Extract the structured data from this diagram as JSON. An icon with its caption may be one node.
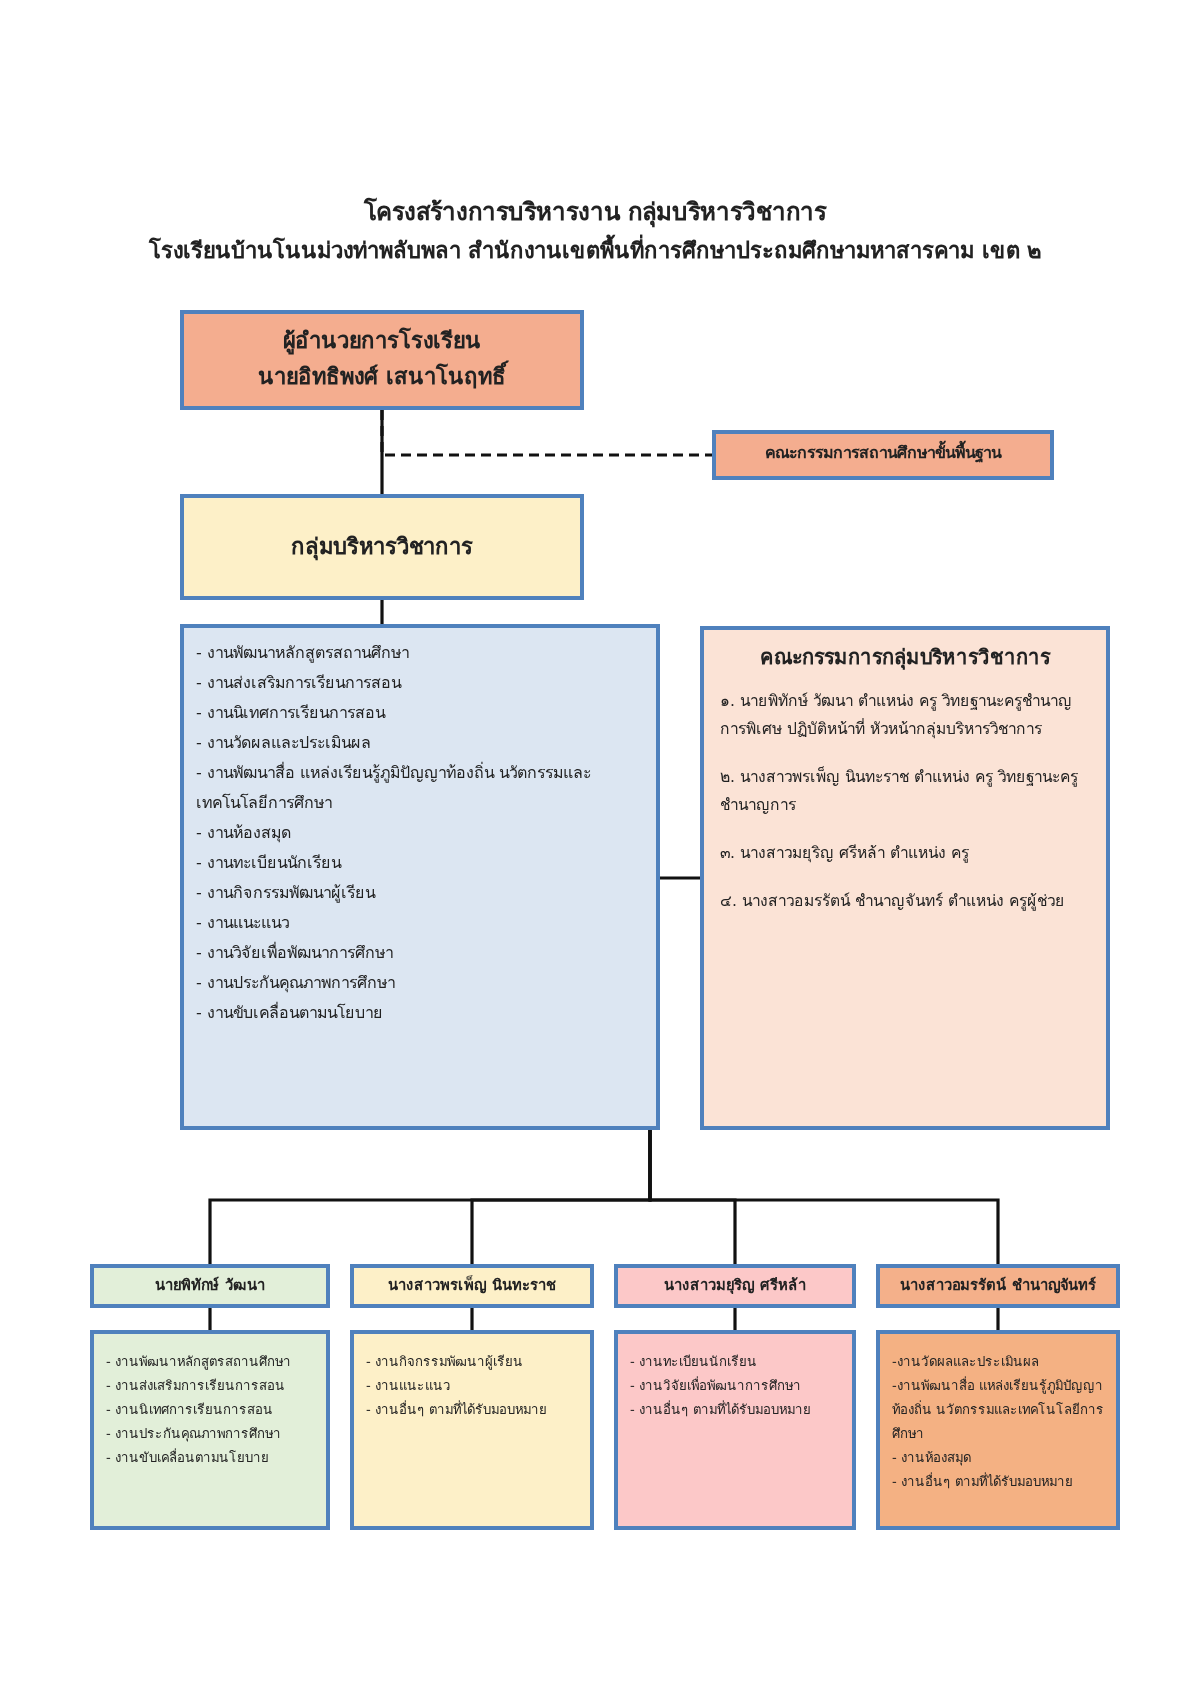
{
  "diagram": {
    "title": "โครงสร้างการบริหารงาน กลุ่มบริหารวิชาการ",
    "labels": [
      "โรงเรียนบ้านโนนม่วงท่าพลับพลา สำนักงานเขตพื้นที่การศึกษาประถมศึกษามหาสารคาม เขต ๒"
    ],
    "nodes": [
      {
        "text": [
          "ผู้อำนวยการโรงเรียน",
          "นายอิทธิพงศ์ เสนาโนฤทธิ์"
        ]
      },
      {
        "text": [
          "คณะกรรมการสถานศึกษาขั้นพื้นฐาน"
        ]
      },
      {
        "text": [
          "กลุ่มบริหารวิชาการ"
        ]
      },
      {
        "text": [
          "- งานพัฒนาหลักสูตรสถานศึกษา",
          "- งานส่งเสริมการเรียนการสอน",
          "- งานนิเทศการเรียนการสอน",
          "- งานวัดผลและประเมินผล",
          "- งานพัฒนาสื่อ แหล่งเรียนรู้ภูมิปัญญาท้องถิ่น นวัตกรรมและเทคโนโลยีการศึกษา",
          "- งานห้องสมุด",
          "- งานทะเบียนนักเรียน",
          "- งานกิจกรรมพัฒนาผู้เรียน",
          "- งานแนะแนว",
          "- งานวิจัยเพื่อพัฒนาการศึกษา",
          "- งานประกันคุณภาพการศึกษา",
          "- งานขับเคลื่อนตามนโยบาย"
        ]
      },
      {
        "text": [
          "คณะกรรมการกลุ่มบริหารวิชาการ",
          "๑. นายพิทักษ์ วัฒนา ตำแหน่ง ครู วิทยฐานะครูชำนาญการพิเศษ ปฏิบัติหน้าที่ หัวหน้ากลุ่มบริหารวิชาการ",
          "๒. นางสาวพรเพ็ญ นินทะราช ตำแหน่ง ครู วิทยฐานะครูชำนาญการ",
          "๓. นางสาวมยุริญ ศรีหล้า ตำแหน่ง ครู",
          "๔. นางสาวอมรรัตน์ ชำนาญจันทร์ ตำแหน่ง ครูผู้ช่วย"
        ]
      },
      {
        "text": [
          "นายพิทักษ์ วัฒนา"
        ]
      },
      {
        "text": [
          "นางสาวพรเพ็ญ นินทะราช"
        ]
      },
      {
        "text": [
          "นางสาวมยุริญ ศรีหล้า"
        ]
      },
      {
        "text": [
          "นางสาวอมรรัตน์ ชำนาญจันทร์"
        ]
      },
      {
        "text": [
          "- งานพัฒนาหลักสูตรสถานศึกษา",
          "- งานส่งเสริมการเรียนการสอน",
          "- งานนิเทศการเรียนการสอน",
          "- งานประกันคุณภาพการศึกษา",
          "- งานขับเคลื่อนตามนโยบาย"
        ]
      },
      {
        "text": [
          "- งานกิจกรรมพัฒนาผู้เรียน",
          "- งานแนะแนว",
          "- งานอื่นๆ ตามที่ได้รับมอบหมาย"
        ]
      },
      {
        "text": [
          "- งานทะเบียนนักเรียน",
          "- งานวิจัยเพื่อพัฒนาการศึกษา",
          "- งานอื่นๆ ตามที่ได้รับมอบหมาย"
        ]
      },
      {
        "text": [
          "-งานวัดผลและประเมินผล",
          "-งานพัฒนาสื่อ แหล่งเรียนรู้ภูมิปัญญาท้องถิ่น นวัตกรรมและเทคโนโลยีการศึกษา",
          "- งานห้องสมุด",
          "- งานอื่นๆ ตามที่ได้รับมอบหมาย"
        ]
      }
    ],
    "edges": [
      {
        "from": 0,
        "to": 2,
        "arrow": "none"
      },
      {
        "from": 0,
        "to": 1,
        "arrow": "none",
        "style": "dashed"
      },
      {
        "from": 2,
        "to": 3,
        "arrow": "none"
      },
      {
        "from": 3,
        "to": 4,
        "arrow": "none"
      },
      {
        "from": 3,
        "to": 5,
        "arrow": "none"
      },
      {
        "from": 3,
        "to": 6,
        "arrow": "none"
      },
      {
        "from": 3,
        "to": 7,
        "arrow": "none"
      },
      {
        "from": 3,
        "to": 8,
        "arrow": "none"
      },
      {
        "from": 5,
        "to": 9,
        "arrow": "none"
      },
      {
        "from": 6,
        "to": 10,
        "arrow": "none"
      },
      {
        "from": 7,
        "to": 11,
        "arrow": "none"
      },
      {
        "from": 8,
        "to": 12,
        "arrow": "none"
      }
    ]
  }
}
